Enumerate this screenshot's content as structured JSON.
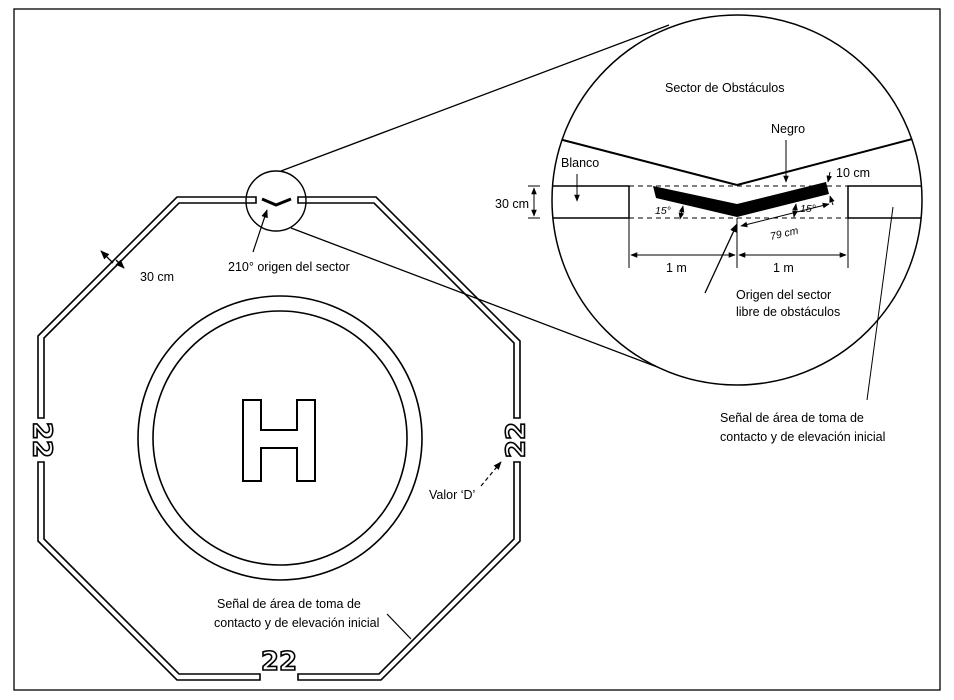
{
  "labels": {
    "sector_title": "Sector de Obstáculos",
    "negro": "Negro",
    "blanco": "Blanco",
    "dim_10cm": "10 cm",
    "dim_30cm_zoom": "30 cm",
    "angle_left": "15°",
    "angle_right": "15°",
    "dim_79cm": "79 cm",
    "dim_1m_left": "1 m",
    "dim_1m_right": "1 m",
    "origin_line1": "Origen del sector",
    "origin_line2": "libre de obstáculos",
    "tlof_zoom_line1": "Señal de área de toma de",
    "tlof_zoom_line2": "contacto y de elevación inicial",
    "dim_30cm_main": "30 cm",
    "sector_origin": "210° origen del sector",
    "d_value": "Valor ‘D’",
    "tlof_main_line1": "Señal de área de toma de",
    "tlof_main_line2": "contacto y de elevación inicial",
    "heliport_letter": "H",
    "d_number_left": "22",
    "d_number_right": "22",
    "d_number_bottom": "22"
  },
  "colors": {
    "ink": "#000000",
    "paper": "#ffffff"
  }
}
